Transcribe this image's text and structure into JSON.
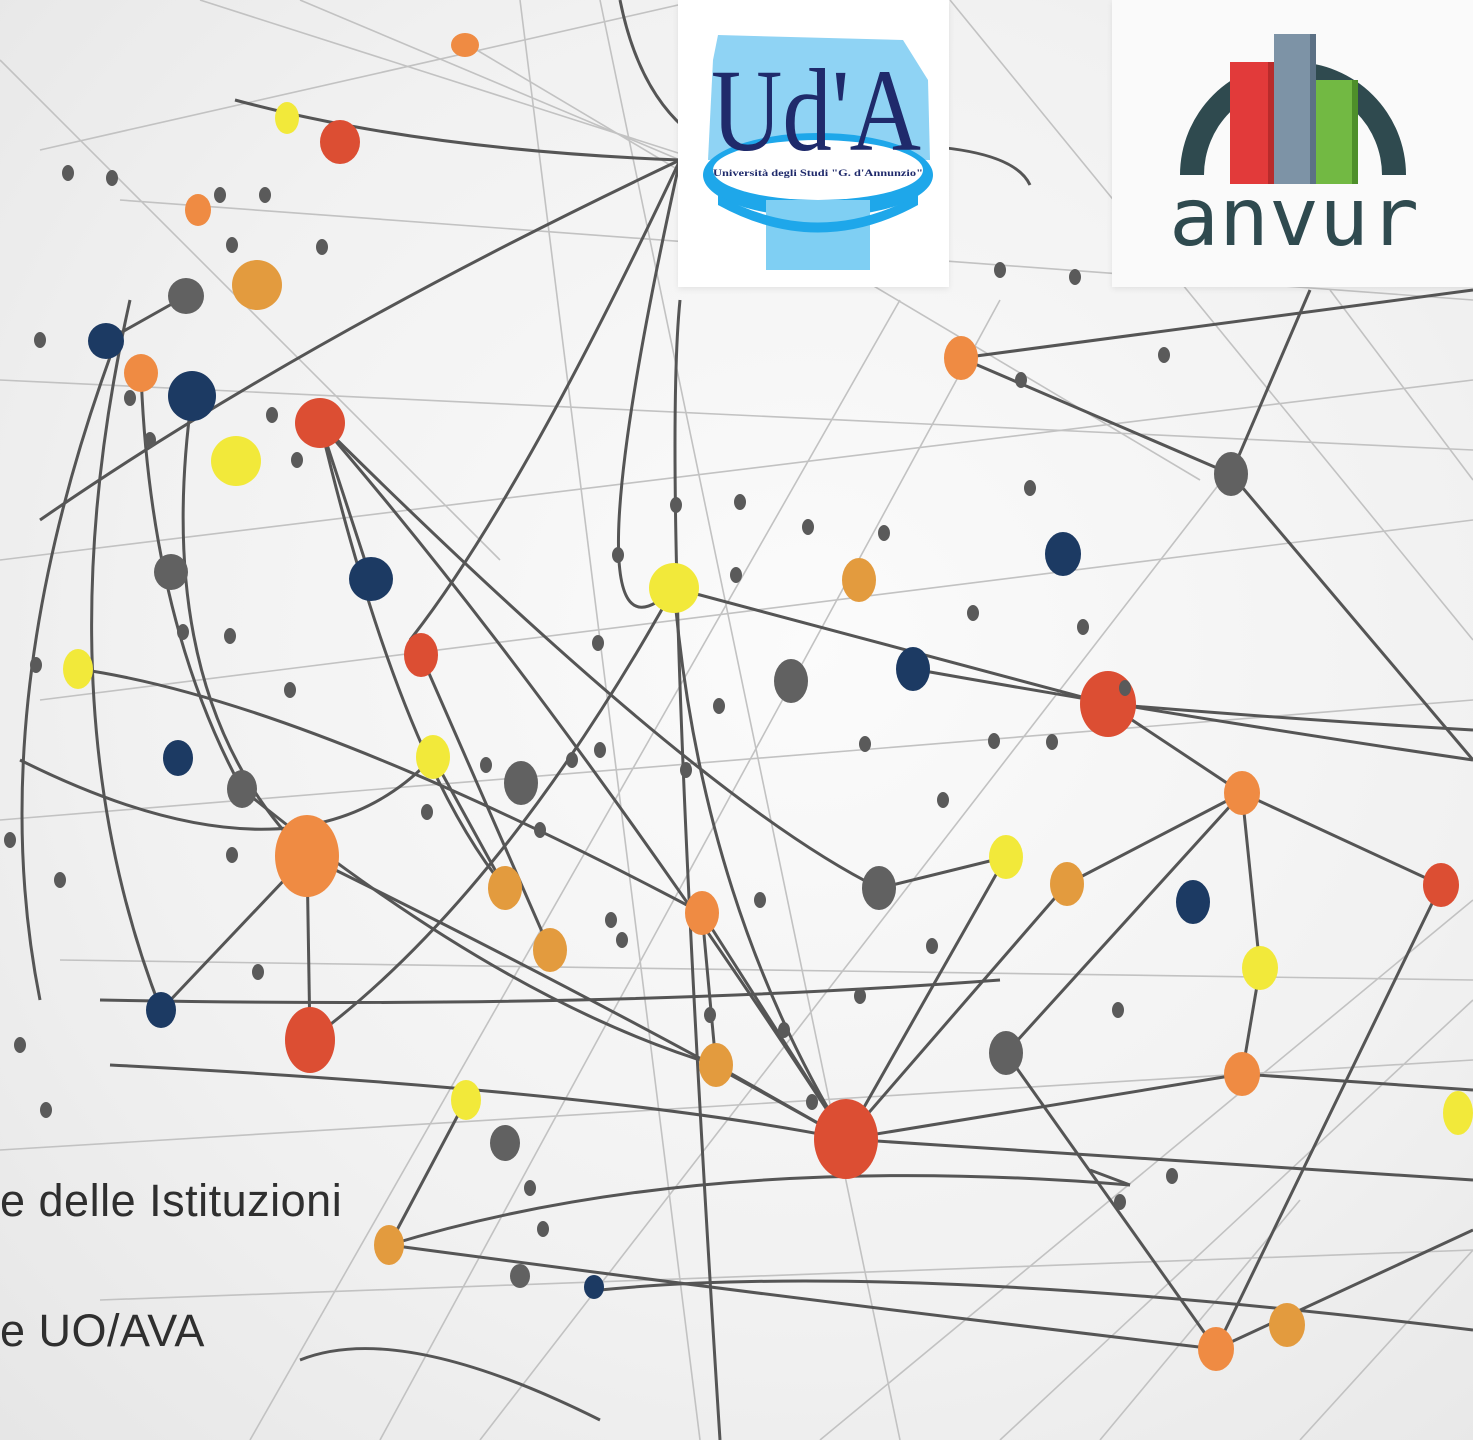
{
  "slide": {
    "caption_lines": [
      "e delle Istituzioni",
      "e UO/AVA"
    ]
  },
  "logos": {
    "uda": {
      "monogram": "Ud'A",
      "subtitle": "Università degli Studi \"G. d'Annunzio\"",
      "colors": {
        "text": "#1f2a6b",
        "badge": "#2aa9e8",
        "light": "#7fcff3"
      }
    },
    "anvur": {
      "wordmark": "anvur",
      "colors": {
        "arch": "#2f4a4f",
        "red": "#e23a3a",
        "steel": "#7d93a6",
        "green": "#72b943",
        "text": "#2f4a4f"
      }
    }
  },
  "palette": {
    "line": "#555555",
    "line_light": "#bdbdbd",
    "node_orange": "#ef8b43",
    "node_red": "#dc4e33",
    "node_yellow": "#f2e93a",
    "node_navy": "#1c3a63",
    "node_gray": "#616161",
    "node_amber": "#e39b3e"
  }
}
